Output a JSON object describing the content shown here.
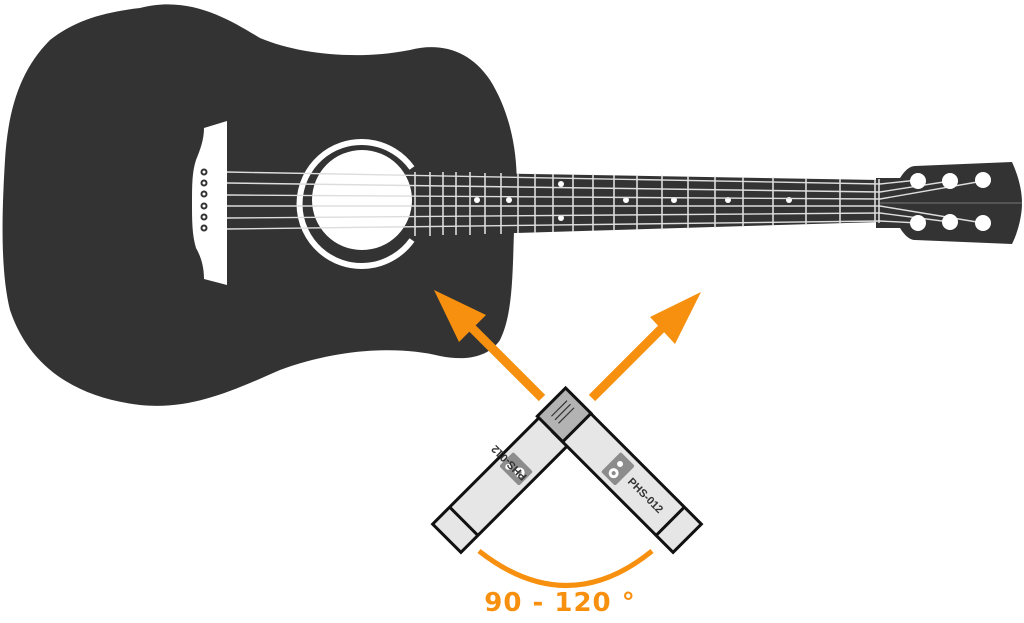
{
  "diagram": {
    "subject": "acoustic-guitar",
    "technique": "XY stereo microphone placement",
    "angle_label": "90 - 120 °",
    "microphones": [
      {
        "model": "PHS-012",
        "side": "left"
      },
      {
        "model": "PHS-012",
        "side": "right"
      }
    ],
    "colors": {
      "guitar_body": "#333333",
      "guitar_detail": "#ffffff",
      "arrow": "#f7900f",
      "mic_body": "#e6e6e6",
      "mic_outline": "#111111",
      "mic_cap": "#b3b3b3",
      "mic_badge": "#8c8c8c"
    }
  }
}
